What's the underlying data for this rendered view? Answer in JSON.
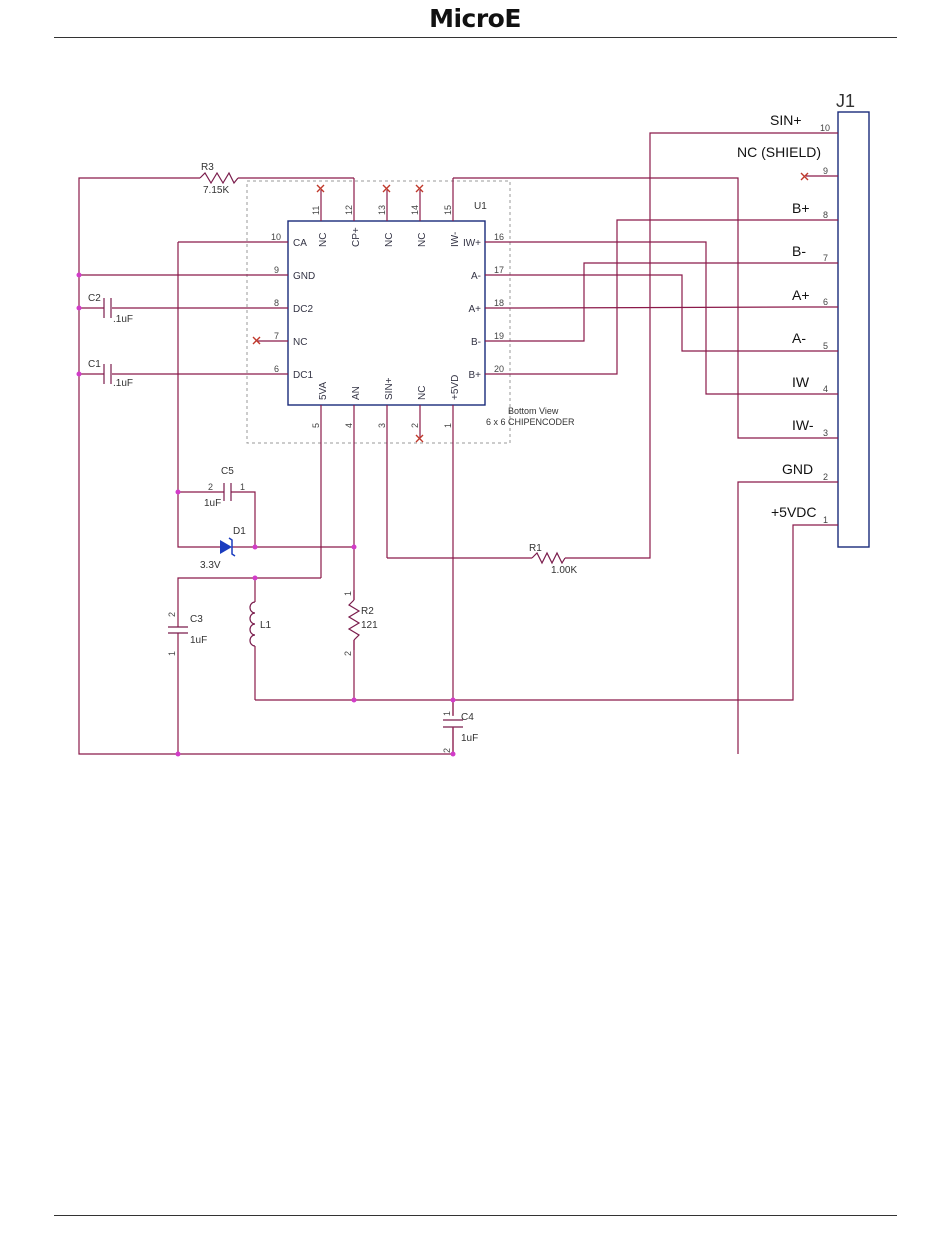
{
  "header": {
    "title": "MicroE"
  },
  "chip": {
    "ref": "U1",
    "view_label": "Bottom View",
    "name_label": "6 x 6 CHIPENCODER",
    "top_pins": [
      {
        "num": "11",
        "label": "NC"
      },
      {
        "num": "12",
        "label": "CP+"
      },
      {
        "num": "13",
        "label": "NC"
      },
      {
        "num": "14",
        "label": "NC"
      },
      {
        "num": "15",
        "label": "IW-"
      }
    ],
    "left_pins": [
      {
        "num": "10",
        "label": "CA"
      },
      {
        "num": "9",
        "label": "GND"
      },
      {
        "num": "8",
        "label": "DC2"
      },
      {
        "num": "7",
        "label": "NC"
      },
      {
        "num": "6",
        "label": "DC1"
      }
    ],
    "right_pins": [
      {
        "num": "16",
        "label": "IW+"
      },
      {
        "num": "17",
        "label": "A-"
      },
      {
        "num": "18",
        "label": "A+"
      },
      {
        "num": "19",
        "label": "B-"
      },
      {
        "num": "20",
        "label": "B+"
      }
    ],
    "bottom_pins": [
      {
        "num": "5",
        "label": "5VA"
      },
      {
        "num": "4",
        "label": "AN"
      },
      {
        "num": "3",
        "label": "SIN+"
      },
      {
        "num": "2",
        "label": "NC"
      },
      {
        "num": "1",
        "label": "+5VD"
      }
    ]
  },
  "connector": {
    "ref": "J1",
    "pins": [
      {
        "num": "10",
        "label": "SIN+"
      },
      {
        "num": "9",
        "label": "NC (SHIELD)"
      },
      {
        "num": "8",
        "label": "B+"
      },
      {
        "num": "7",
        "label": "B-"
      },
      {
        "num": "6",
        "label": "A+"
      },
      {
        "num": "5",
        "label": "A-"
      },
      {
        "num": "4",
        "label": "IW"
      },
      {
        "num": "3",
        "label": "IW-"
      },
      {
        "num": "2",
        "label": "GND"
      },
      {
        "num": "1",
        "label": "+5VDC"
      }
    ]
  },
  "components": {
    "r3": {
      "ref": "R3",
      "value": "7.15K"
    },
    "c2": {
      "ref": "C2",
      "value": ".1uF"
    },
    "c1": {
      "ref": "C1",
      "value": ".1uF"
    },
    "c5": {
      "ref": "C5",
      "value": "1uF",
      "pin2": "2",
      "pin1": "1"
    },
    "d1": {
      "ref": "D1",
      "value": "3.3V"
    },
    "r1": {
      "ref": "R1",
      "value": "1.00K"
    },
    "c3": {
      "ref": "C3",
      "value": "1uF",
      "pin2": "2",
      "pin1": "1"
    },
    "l1": {
      "ref": "L1"
    },
    "r2": {
      "ref": "R2",
      "value": "121",
      "pin1": "1",
      "pin2": "2"
    },
    "c4": {
      "ref": "C4",
      "value": "1uF",
      "pin1": "1",
      "pin2": "2"
    }
  }
}
